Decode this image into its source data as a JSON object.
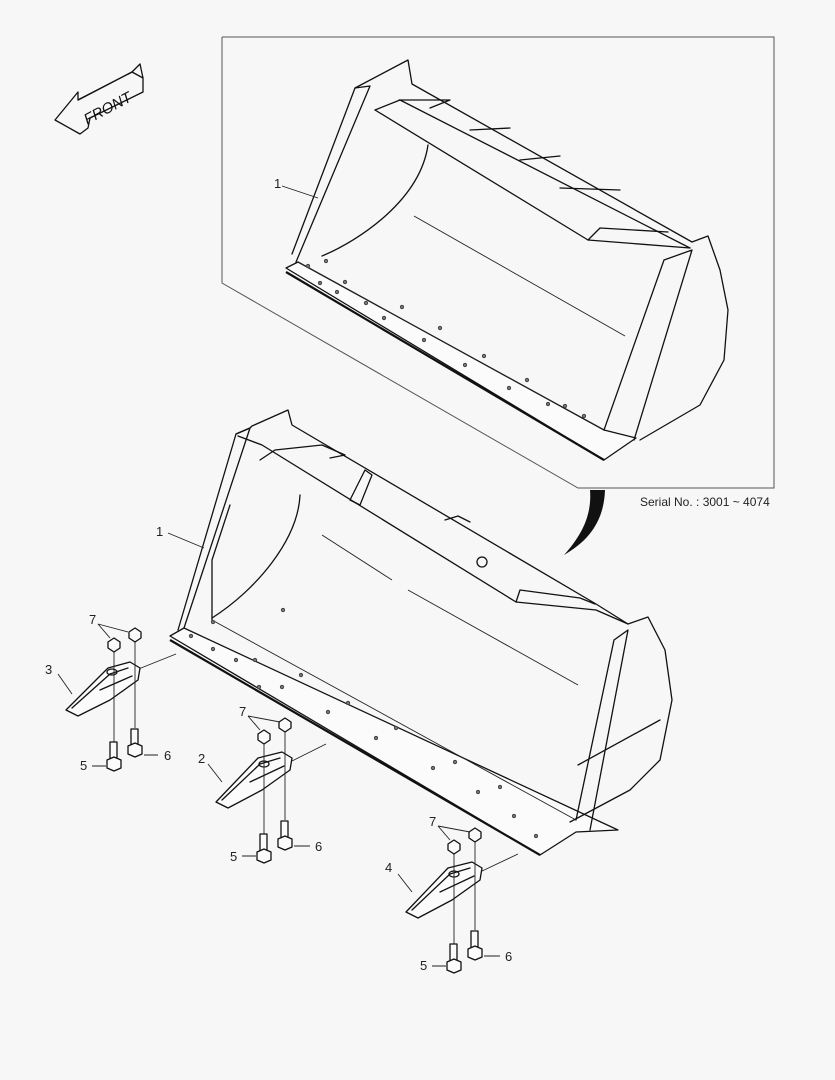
{
  "diagram": {
    "type": "exploded parts diagram",
    "subject": "Wheel loader bucket with teeth",
    "background_color": "#f7f7f7",
    "line_color": "#111111",
    "orientation_indicator": {
      "label": "FRONT",
      "icon": "front-arrow-icon"
    },
    "inset": {
      "note": "Serial No. : 3001 ~ 4074",
      "callouts": [
        "1"
      ]
    },
    "callouts": {
      "bucket_main": "1",
      "bucket_inset": "1",
      "tooth_center": "2",
      "tooth_left": "3",
      "tooth_right": "4",
      "group_left": {
        "nut": "7",
        "bolt_a": "5",
        "bolt_b": "6"
      },
      "group_center": {
        "nut": "7",
        "bolt_a": "5",
        "bolt_b": "6"
      },
      "group_right": {
        "nut": "7",
        "bolt_a": "5",
        "bolt_b": "6"
      }
    },
    "parts": [
      {
        "no": "1",
        "name": "Bucket"
      },
      {
        "no": "2",
        "name": "Tooth (center)"
      },
      {
        "no": "3",
        "name": "Tooth (left)"
      },
      {
        "no": "4",
        "name": "Tooth (right)"
      },
      {
        "no": "5",
        "name": "Bolt"
      },
      {
        "no": "6",
        "name": "Bolt"
      },
      {
        "no": "7",
        "name": "Nut"
      }
    ]
  }
}
